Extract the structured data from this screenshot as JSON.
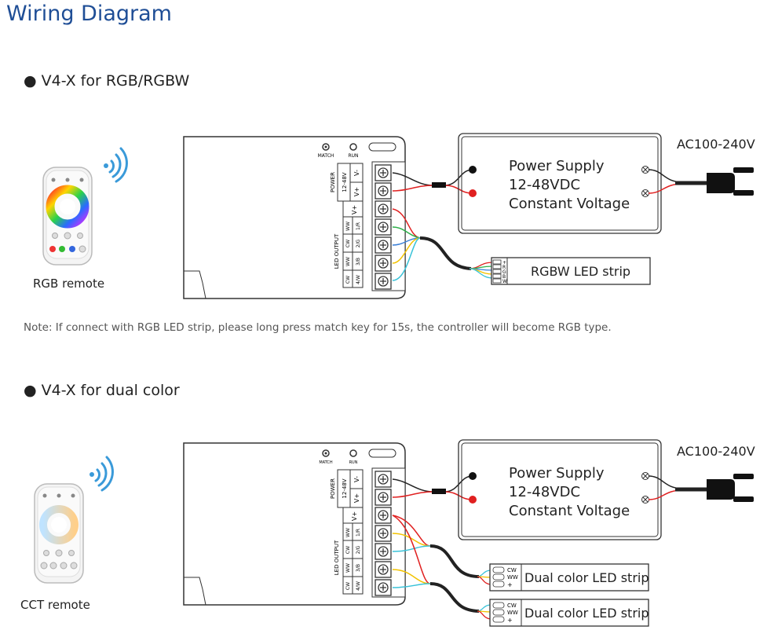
{
  "title": "Wiring Diagram",
  "sections": [
    {
      "heading": "V4-X for RGB/RGBW",
      "remote_label": "RGB remote",
      "psu_lines": [
        "Power Supply",
        "12-48VDC",
        "Constant Voltage"
      ],
      "ac_label": "AC100-240V",
      "strip_label": "RGBW LED strip",
      "strip_pins": [
        "+",
        "R",
        "G",
        "B",
        "W"
      ],
      "note": "Note: If connect with RGB LED strip, please long press match key for 15s, the controller will become RGB type."
    },
    {
      "heading": "V4-X for dual color",
      "remote_label": "CCT remote",
      "psu_lines": [
        "Power Supply",
        "12-48VDC",
        "Constant Voltage"
      ],
      "ac_label": "AC100-240V",
      "strip_label_1": "Dual color LED strip",
      "strip_label_2": "Dual color LED strip",
      "strip_pins": [
        "CW",
        "WW",
        "+"
      ]
    }
  ],
  "controller": {
    "match_label": "MATCH",
    "run_label": "RUN",
    "power_label": "POWER",
    "power_voltage": "12-48V",
    "power_terminals": [
      "V-",
      "V+"
    ],
    "output_label": "LED OUTPUT",
    "vplus_label": "V+",
    "output_rows": [
      [
        "WW",
        "1/R"
      ],
      [
        "CW",
        "2/G"
      ],
      [
        "WW",
        "3/B"
      ],
      [
        "CW",
        "4/W"
      ]
    ]
  },
  "colors": {
    "title_blue": "#1f4e96",
    "wire_red": "#e02020",
    "wire_green": "#2db04a",
    "wire_blue": "#3a7fd6",
    "wire_yellow": "#f2c200",
    "wire_cyan": "#39c2d8",
    "wire_black": "#222222"
  }
}
